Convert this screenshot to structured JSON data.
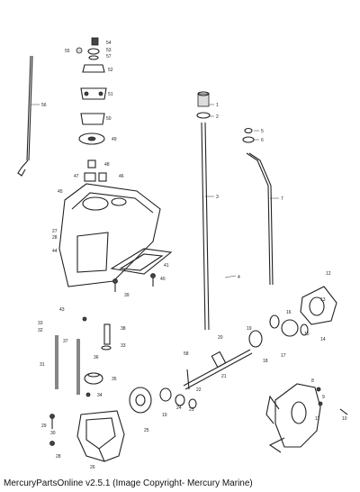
{
  "footer_text": "MercuryPartsOnline v2.5.1 (Image Copyright- Mercury Marine)",
  "callouts": [
    {
      "id": "c54",
      "label": "54"
    },
    {
      "id": "c55",
      "label": "55"
    },
    {
      "id": "c53",
      "label": "53"
    },
    {
      "id": "c57",
      "label": "57"
    },
    {
      "id": "c52",
      "label": "52"
    },
    {
      "id": "c51",
      "label": "51"
    },
    {
      "id": "c50",
      "label": "50"
    },
    {
      "id": "c49",
      "label": "49"
    },
    {
      "id": "c48",
      "label": "48"
    },
    {
      "id": "c46",
      "label": "46"
    },
    {
      "id": "c47",
      "label": "47"
    },
    {
      "id": "c45",
      "label": "45"
    },
    {
      "id": "c56",
      "label": "56"
    },
    {
      "id": "c27",
      "label": "27"
    },
    {
      "id": "c28a",
      "label": "28"
    },
    {
      "id": "c44",
      "label": "44"
    },
    {
      "id": "c41",
      "label": "41"
    },
    {
      "id": "c39",
      "label": "39"
    },
    {
      "id": "c40",
      "label": "40"
    },
    {
      "id": "c1",
      "label": "1"
    },
    {
      "id": "c2",
      "label": "2"
    },
    {
      "id": "c5",
      "label": "5"
    },
    {
      "id": "c6",
      "label": "6"
    },
    {
      "id": "c3",
      "label": "3"
    },
    {
      "id": "c7",
      "label": "7"
    },
    {
      "id": "c4",
      "label": "4"
    },
    {
      "id": "c12",
      "label": "12"
    },
    {
      "id": "c43",
      "label": "43"
    },
    {
      "id": "c33a",
      "label": "33"
    },
    {
      "id": "c32",
      "label": "32"
    },
    {
      "id": "c37",
      "label": "37"
    },
    {
      "id": "c38",
      "label": "38"
    },
    {
      "id": "c33b",
      "label": "33"
    },
    {
      "id": "c31",
      "label": "31"
    },
    {
      "id": "c36",
      "label": "36"
    },
    {
      "id": "c35",
      "label": "35"
    },
    {
      "id": "c34",
      "label": "34"
    },
    {
      "id": "c20",
      "label": "20"
    },
    {
      "id": "c18",
      "label": "18"
    },
    {
      "id": "c19a",
      "label": "19"
    },
    {
      "id": "c16",
      "label": "16"
    },
    {
      "id": "c15",
      "label": "15"
    },
    {
      "id": "c14",
      "label": "14"
    },
    {
      "id": "c13",
      "label": "13"
    },
    {
      "id": "c17",
      "label": "17"
    },
    {
      "id": "c21",
      "label": "21"
    },
    {
      "id": "c58",
      "label": "58"
    },
    {
      "id": "c22",
      "label": "22"
    },
    {
      "id": "c24",
      "label": "24"
    },
    {
      "id": "c23",
      "label": "23"
    },
    {
      "id": "c19b",
      "label": "19"
    },
    {
      "id": "c25",
      "label": "25"
    },
    {
      "id": "c26",
      "label": "26"
    },
    {
      "id": "c29",
      "label": "29"
    },
    {
      "id": "c30",
      "label": "30"
    },
    {
      "id": "c28b",
      "label": "28"
    },
    {
      "id": "c8",
      "label": "8"
    },
    {
      "id": "c9",
      "label": "9"
    },
    {
      "id": "c10",
      "label": "10"
    },
    {
      "id": "c11",
      "label": "11"
    }
  ]
}
